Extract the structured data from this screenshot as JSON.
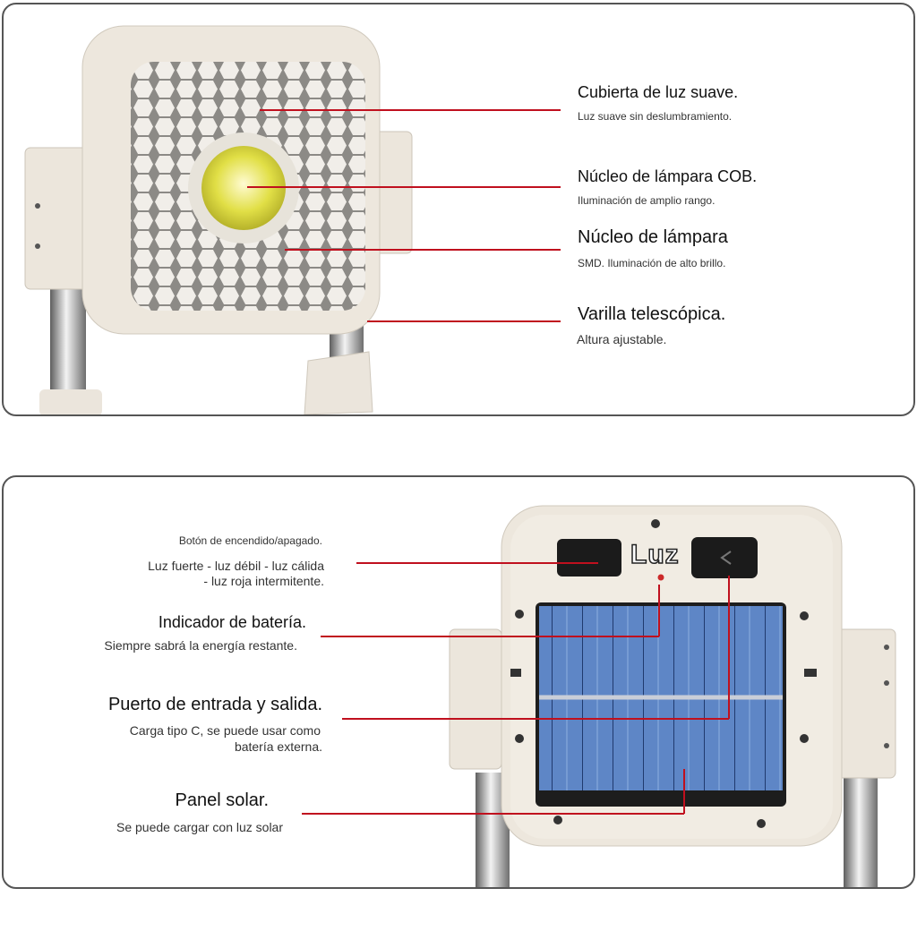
{
  "top_panel": {
    "callouts": [
      {
        "title": "Cubierta de luz suave.",
        "desc": "Luz suave sin deslumbramiento."
      },
      {
        "title": "Núcleo de lámpara COB.",
        "desc": "Iluminación de amplio rango."
      },
      {
        "title": "Núcleo de lámpara",
        "desc": "SMD. Iluminación de alto brillo."
      },
      {
        "title": "Varilla telescópica.",
        "desc": "Altura ajustable."
      }
    ]
  },
  "bottom_panel": {
    "button_label": "Luz",
    "callouts": [
      {
        "title": "Botón de encendido/apagado.",
        "desc_line1": "Luz fuerte - luz débil - luz cálida",
        "desc_line2": "- luz roja intermitente."
      },
      {
        "title": "Indicador de batería.",
        "desc": "Siempre sabrá la energía restante."
      },
      {
        "title": "Puerto de entrada y salida.",
        "desc_line1": "Carga tipo C, se puede usar como",
        "desc_line2": "batería externa."
      },
      {
        "title": "Panel solar.",
        "desc": "Se puede cargar con luz solar"
      }
    ]
  },
  "colors": {
    "leader_line": "#c0101e",
    "housing": "#ece6db",
    "solar_cell": "#5d84c4",
    "cob_core": "#dfe04a"
  }
}
